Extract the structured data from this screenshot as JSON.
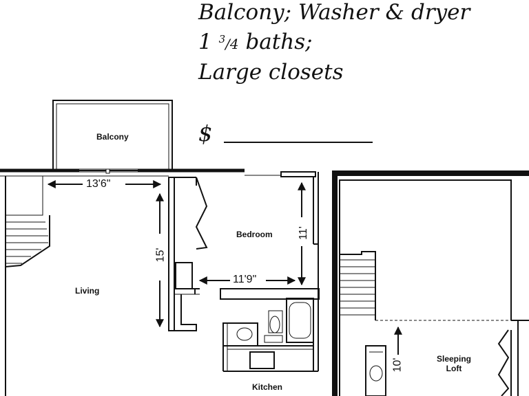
{
  "header": {
    "line1": "Balcony; Washer & dryer",
    "line2_prefix": "1 ",
    "line2_frac_num": "3",
    "line2_frac_den": "/4",
    "line2_suffix": " baths;",
    "line3": "Large closets"
  },
  "price": {
    "symbol": "$"
  },
  "rooms": {
    "balcony": "Balcony",
    "bedroom": "Bedroom",
    "living": "Living",
    "kitchen": "Kitchen",
    "sleeping_loft_line1": "Sleeping",
    "sleeping_loft_line2": "Loft"
  },
  "dimensions": {
    "balcony_width": "13'6\"",
    "living_length": "15'",
    "bedroom_depth": "11'",
    "bedroom_width": "11'9\"",
    "loft_depth": "10'"
  }
}
